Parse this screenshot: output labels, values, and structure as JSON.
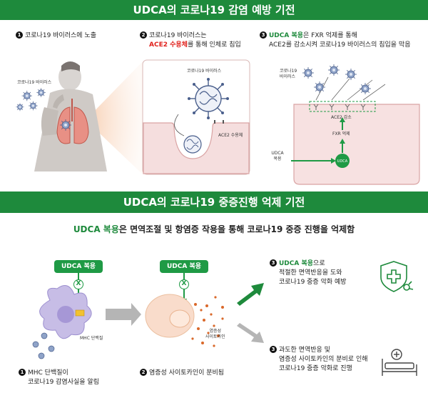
{
  "top": {
    "title": "UDCA의 코로나19 감염 예방 기전",
    "step1": {
      "num": "1",
      "text": "코로나19 바이러스에 노출"
    },
    "step2": {
      "num": "2",
      "line1": "코로나19 바이러스는",
      "line2_highlight": "ACE2 수용체",
      "line2_rest": "를 통해 인체로 침입"
    },
    "step3": {
      "num": "3",
      "line1_highlight": "UDCA 복용",
      "line1_rest": "은 FXR 억제를 통해",
      "line2": "ACE2를 감소시켜 코로나19 바이러스의 침입을 막음"
    },
    "labels": {
      "virus_left": "코로나19 바이러스",
      "virus_zoom": "코로나19 바이러스",
      "ace2_receptor": "ACE2 수용체",
      "virus_right": "코로나19 바이러스",
      "ace2_decrease": "ACE2 감소",
      "fxr_inhibit": "FXR 억제",
      "udca_intake": "UDCA 복용",
      "udca_circle": "UDCA"
    }
  },
  "bottom": {
    "title": "UDCA의 코로나19 중증진행 억제 기전",
    "subtitle_highlight": "UDCA 복용",
    "subtitle_rest": "은 면역조절 및 항염증 작용을 통해 코로나19 중증 진행을 억제함",
    "pill1": "UDCA 복용",
    "pill2": "UDCA 복용",
    "x_mark": "X",
    "mhc_label": "MHC 단백질",
    "cytokine_label_line1": "염증성",
    "cytokine_label_line2": "사이토카인",
    "step1": {
      "num": "1",
      "line1": "MHC 단백질이",
      "line2": "코로나19 감염사실을 알림"
    },
    "step2": {
      "num": "2",
      "text": "염증성 사이토카인이 분비됨"
    },
    "step3": {
      "num": "3",
      "line1_highlight": "UDCA 복용",
      "line1_rest": "으로",
      "line2": "적절한 면역반응을 도와",
      "line3": "코로나19 중증 악화 예방"
    },
    "step4": {
      "num": "3",
      "line1": "과도한 면역반응 및",
      "line2": "염증성 사이토카인의 분비로 인해",
      "line3": "코로나19 중증 악화로 진행"
    }
  },
  "colors": {
    "brand_green": "#1e8a3c",
    "highlight_red": "#e0201b",
    "cell_pink": "#f5dede",
    "arrow_gray": "#b5b5b5"
  },
  "icons": [
    "virus-icon",
    "lungs-icon",
    "shield-cross-icon",
    "hospital-bed-icon",
    "dendritic-cell-icon",
    "macrophage-icon"
  ]
}
